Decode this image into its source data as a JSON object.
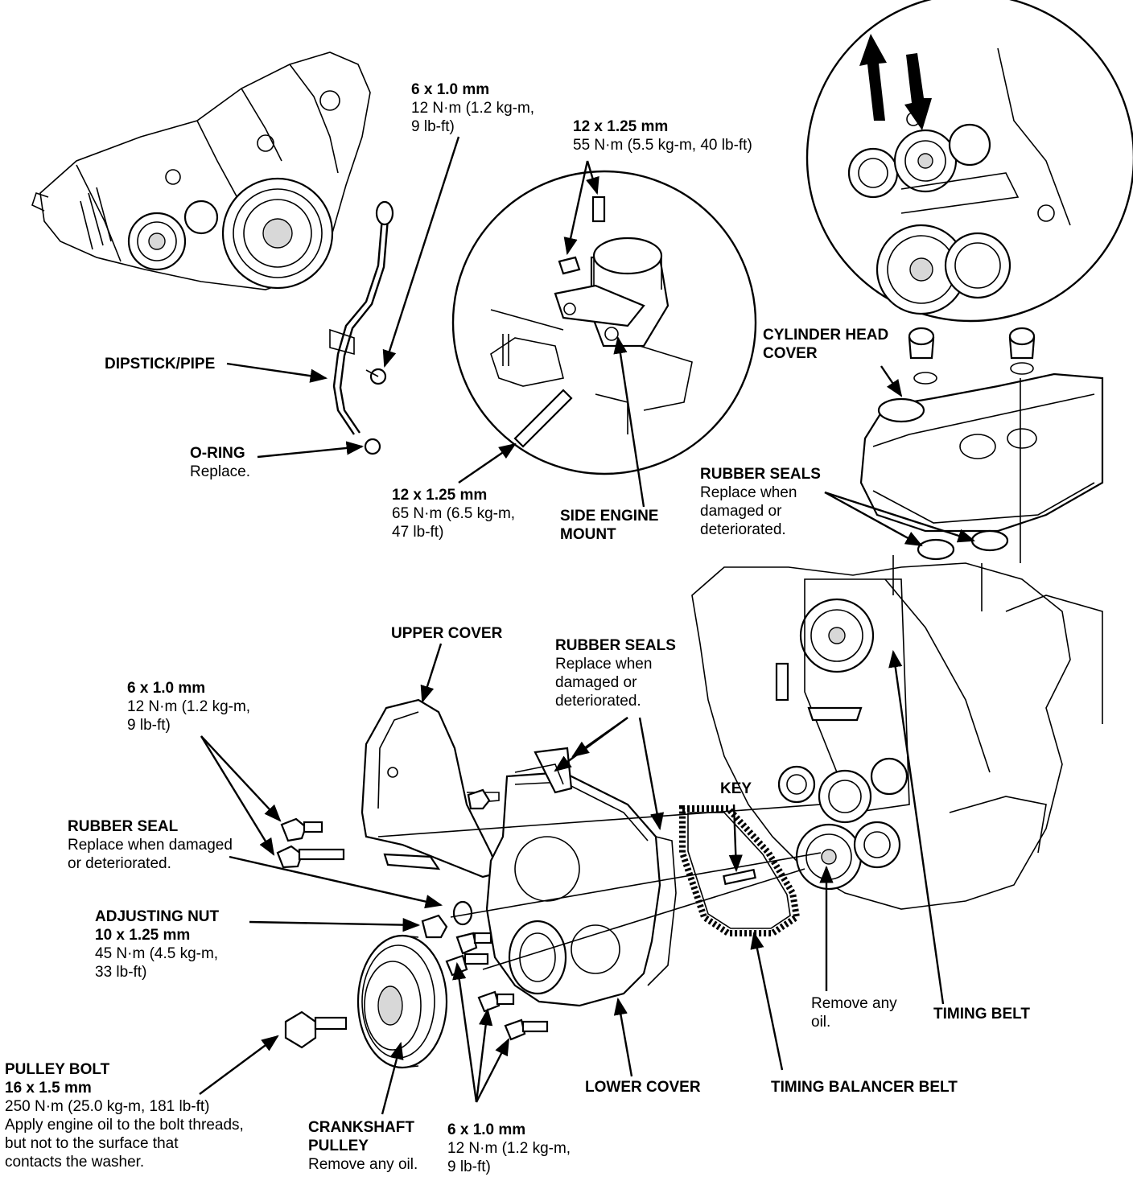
{
  "labels": {
    "bolt_dipstick": {
      "spec": "6 x 1.0 mm",
      "torque": "12 N·m (1.2 kg-m,",
      "torque2": "9 lb-ft)"
    },
    "bolt_mount_top": {
      "spec": "12 x 1.25 mm",
      "torque": "55 N·m (5.5 kg-m, 40 lb-ft)"
    },
    "dipstick": {
      "name": "DIPSTICK/PIPE"
    },
    "o_ring": {
      "name": "O-RING",
      "note": "Replace."
    },
    "bolt_mount_bottom": {
      "spec": "12 x 1.25 mm",
      "torque": "65 N·m (6.5 kg-m,",
      "torque2": "47 lb-ft)"
    },
    "side_engine_mount": {
      "name1": "SIDE ENGINE",
      "name2": "MOUNT"
    },
    "cylinder_head_cover": {
      "name1": "CYLINDER HEAD",
      "name2": "COVER"
    },
    "rubber_seals_head": {
      "name": "RUBBER SEALS",
      "note1": "Replace when",
      "note2": "damaged or",
      "note3": "deteriorated."
    },
    "upper_cover": {
      "name": "UPPER COVER"
    },
    "rubber_seals_cover": {
      "name": "RUBBER SEALS",
      "note1": "Replace when",
      "note2": "damaged or",
      "note3": "deteriorated."
    },
    "bolt_upper_cover": {
      "spec": "6 x 1.0 mm",
      "torque": "12 N·m (1.2 kg-m,",
      "torque2": "9 lb-ft)"
    },
    "key": {
      "name": "KEY"
    },
    "rubber_seal": {
      "name": "RUBBER SEAL",
      "note1": "Replace when damaged",
      "note2": "or deteriorated."
    },
    "adjusting_nut": {
      "name": "ADJUSTING NUT",
      "spec": "10 x 1.25 mm",
      "torque": "45 N·m (4.5 kg-m,",
      "torque2": "33 lb-ft)"
    },
    "remove_oil": {
      "note1": "Remove any",
      "note2": "oil."
    },
    "timing_belt": {
      "name": "TIMING BELT"
    },
    "pulley_bolt": {
      "name": "PULLEY BOLT",
      "spec": "16 x 1.5 mm",
      "torque": "250 N·m (25.0 kg-m, 181 lb-ft)",
      "note1": "Apply engine oil to the bolt threads,",
      "note2": "but not to the surface that",
      "note3": "contacts the washer."
    },
    "lower_cover": {
      "name": "LOWER COVER"
    },
    "timing_balancer_belt": {
      "name": "TIMING BALANCER BELT"
    },
    "crankshaft_pulley": {
      "name1": "CRANKSHAFT",
      "name2": "PULLEY",
      "note": "Remove any oil."
    },
    "bolt_lower_cover": {
      "spec": "6 x 1.0 mm",
      "torque": "12 N·m (1.2 kg-m,",
      "torque2": "9 lb-ft)"
    }
  }
}
